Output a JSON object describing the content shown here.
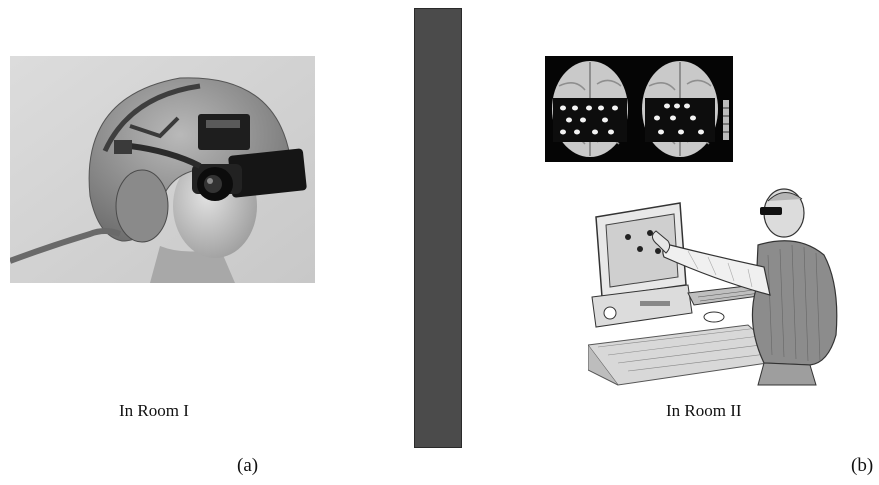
{
  "room_left": {
    "caption": "In Room I",
    "label": "(a)"
  },
  "room_right": {
    "caption": "In Room II",
    "label": "(b)"
  },
  "colors": {
    "divider": "#4b4b4b",
    "background": "#ffffff"
  },
  "icons": [
    "helmet-camera-photo",
    "brain-scan-image",
    "computer-user-illustration"
  ]
}
